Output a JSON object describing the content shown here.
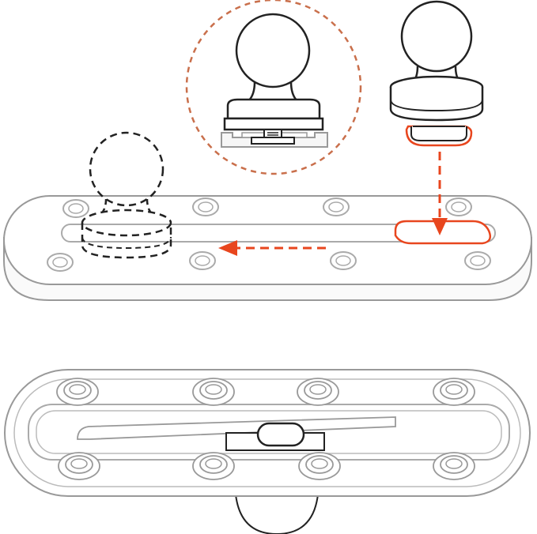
{
  "figure": {
    "kind": "product installation diagram",
    "labels": [],
    "colors": {
      "line": "#999999",
      "line_light": "#b3b3b3",
      "dark_line": "#222222",
      "accent": "#e8461e",
      "callout_circle": "#c96f4b",
      "fill": "#ffffff",
      "fill_shade": "#f6f6f6"
    },
    "parts": {
      "track_top": {
        "holes_top_row": 4,
        "holes_bottom_row": 4
      },
      "track_bottom": {
        "holes_top_row": 4,
        "holes_bottom_row": 4
      }
    },
    "arrows": [
      {
        "name": "insert-down-arrow",
        "direction": "down",
        "color": "accent",
        "style": "dashed"
      },
      {
        "name": "slide-left-arrow",
        "direction": "left",
        "color": "accent",
        "style": "dashed"
      }
    ],
    "icons": [
      "ball-mount-icon",
      "ball-base-icon",
      "magnifier-callout-icon",
      "t-bolt-icon",
      "track-plate-icon"
    ]
  }
}
